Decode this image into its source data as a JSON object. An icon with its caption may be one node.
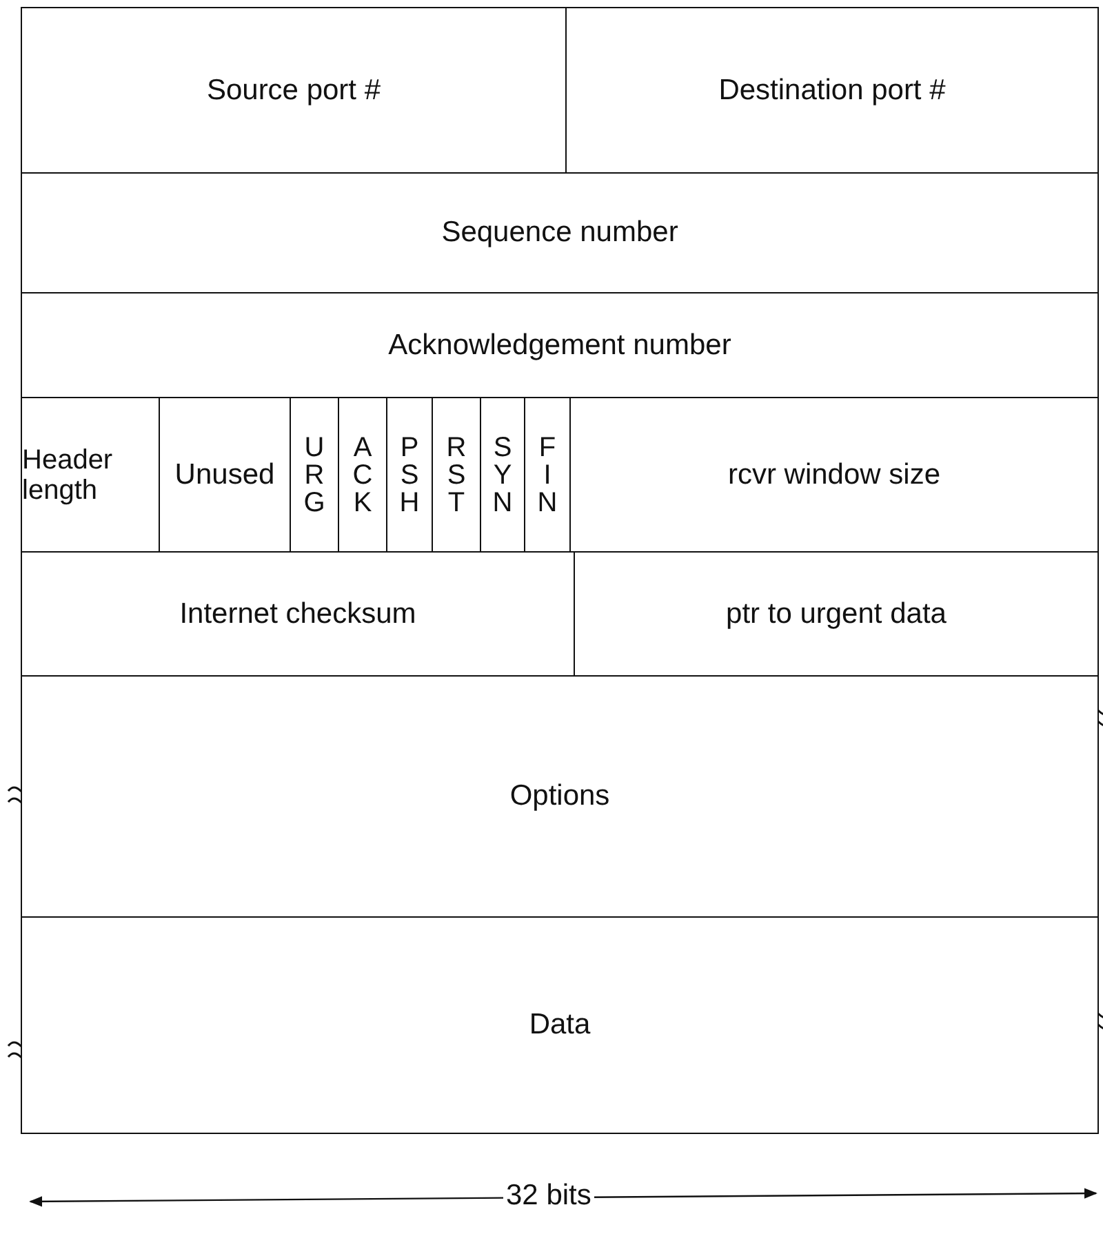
{
  "diagram": {
    "nodes": [
      {
        "text": [
          "Source port #"
        ]
      },
      {
        "text": [
          "Destination port #"
        ]
      },
      {
        "text": [
          "Sequence number"
        ]
      },
      {
        "text": [
          "Acknowledgement number"
        ]
      },
      {
        "text": [
          "Header length"
        ]
      },
      {
        "text": [
          "Unused"
        ]
      },
      {
        "text": [
          "URG"
        ]
      },
      {
        "text": [
          "ACK"
        ]
      },
      {
        "text": [
          "PSH"
        ]
      },
      {
        "text": [
          "RST"
        ]
      },
      {
        "text": [
          "SYN"
        ]
      },
      {
        "text": [
          "FIN"
        ]
      },
      {
        "text": [
          "rcvr window size"
        ]
      },
      {
        "text": [
          "Internet checksum"
        ]
      },
      {
        "text": [
          "ptr to urgent data"
        ]
      },
      {
        "text": [
          "Options"
        ]
      },
      {
        "text": [
          "Data"
        ]
      }
    ],
    "labels": [
      "32 bits"
    ]
  }
}
